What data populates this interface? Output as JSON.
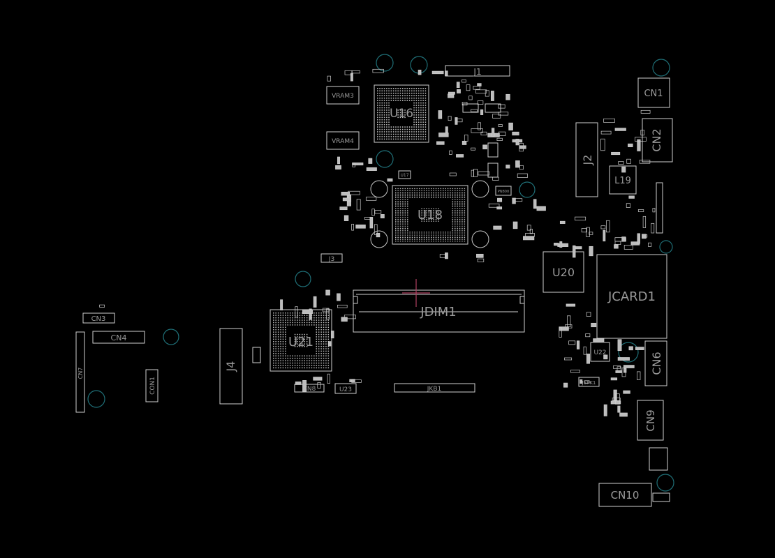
{
  "colors": {
    "background": "#000000",
    "outline": "#cfcfcf",
    "label": "#9a9a9a",
    "mounting_hole": "#1f6f77",
    "cursor": "#b04060"
  },
  "components": {
    "j1": "J1",
    "vram3": "VRAM3",
    "vram4": "VRAM4",
    "u16": "U16",
    "u18": "U18",
    "u17": "U17",
    "j3": "J3",
    "jdim1": "JDIM1",
    "u21": "U21",
    "j4": "J4",
    "cn8": "CN8",
    "u23": "U23",
    "jkb1": "JKB1",
    "cn3": "CN3",
    "cn4": "CN4",
    "cn7": "CN7",
    "con1": "CON1",
    "cn1": "CN1",
    "cn2": "CN2",
    "j2": "J2",
    "l19": "L19",
    "u20": "U20",
    "jcard1": "JCARD1",
    "u22": "U22",
    "cn6": "CN6",
    "jspk1": "JSPK1",
    "cn9": "CN9",
    "cn10": "CN10",
    "pn800": "PN800"
  }
}
